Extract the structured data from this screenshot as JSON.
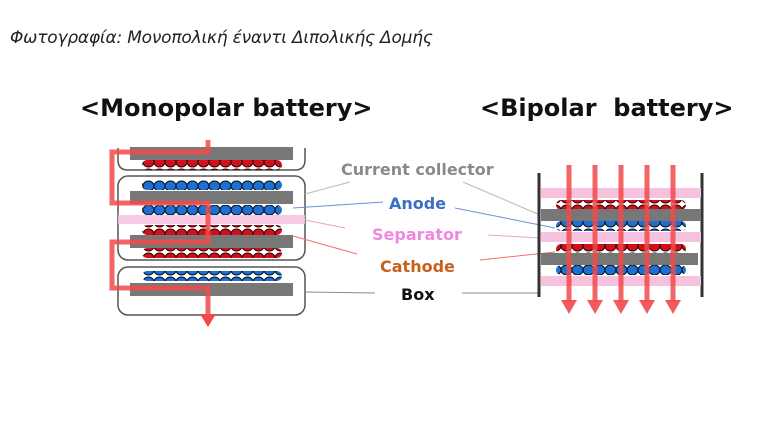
{
  "caption": "Φωτογραφία: Μονοπολική έναντι Διπολικής Δομής",
  "monopolar": {
    "heading": "<Monopolar battery>"
  },
  "bipolar": {
    "heading": "<Bipolar  battery>"
  },
  "labels": {
    "current_collector": {
      "text": "Current collector",
      "color": "#8a8a8a"
    },
    "anode": {
      "text": "Anode",
      "color": "#3b6fc7"
    },
    "separator": {
      "text": "Separator",
      "color": "#ee88e0"
    },
    "cathode": {
      "text": "Cathode",
      "color": "#c8601a"
    },
    "box": {
      "text": "Box",
      "color": "#111111"
    }
  },
  "colors": {
    "current_flow": "#f24a4a",
    "collector": "#777777",
    "anode_particles": "#1e6fd0",
    "cathode_particles": "#d0101a",
    "separator": "#f6c2de",
    "box_outline": "#555555"
  },
  "bipolar_current_arrows": 5
}
